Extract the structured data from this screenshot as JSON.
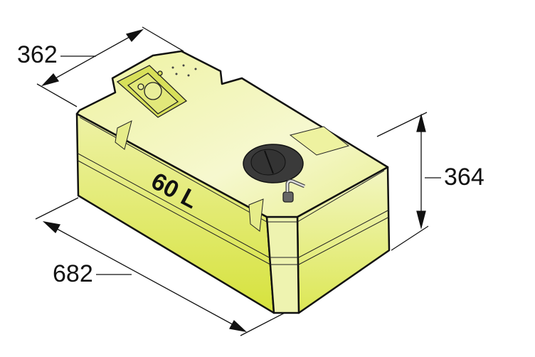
{
  "tank": {
    "capacity_label": "60 L",
    "body_color": "#e4ec7a",
    "cap_color": "#3a3a3a"
  },
  "dimensions": {
    "width": "362",
    "height": "364",
    "length": "682"
  }
}
